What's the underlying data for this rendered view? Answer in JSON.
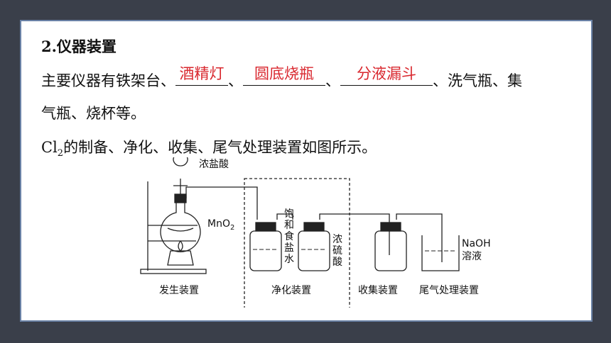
{
  "heading": "2.仪器装置",
  "line1": {
    "prefix": "主要仪器有铁架台、",
    "answers": [
      "酒精灯",
      "圆底烧瓶",
      "分液漏斗"
    ],
    "sep": "、",
    "suffix": "、洗气瓶、集"
  },
  "line2": "气瓶、烧杯等。",
  "line3": {
    "cl": "Cl",
    "sub": "2",
    "rest": "的制备、净化、收集、尾气处理装置如图所示。"
  },
  "diagram": {
    "funnel_label": "浓盐酸",
    "mno2_label": "MnO",
    "mno2_sub": "2",
    "salt_water_label": [
      "饱",
      "和",
      "食",
      "盐",
      "水"
    ],
    "acid_label": [
      "浓",
      "硫",
      "酸"
    ],
    "naoh_label": "NaOH",
    "solution_label": "溶液",
    "captions": [
      "发生装置",
      "净化装置",
      "收集装置",
      "尾气处理装置"
    ]
  },
  "colors": {
    "answer": "#d9272e",
    "frame": "#6a82a6",
    "background": "#3a3f4a"
  }
}
